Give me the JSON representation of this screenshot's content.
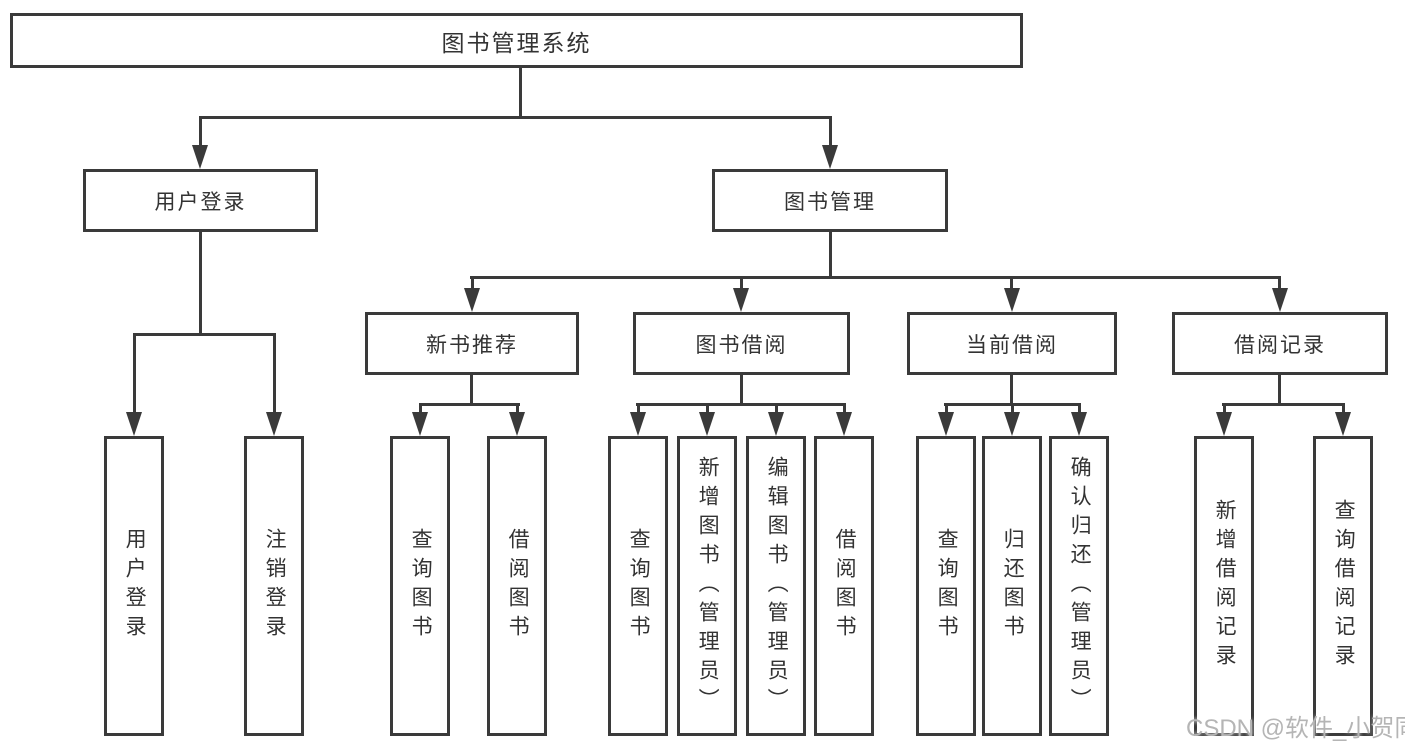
{
  "diagram": {
    "title": "图书管理系统",
    "level2": [
      {
        "label": "用户登录"
      },
      {
        "label": "图书管理"
      }
    ],
    "level3": [
      {
        "label": "新书推荐"
      },
      {
        "label": "图书借阅"
      },
      {
        "label": "当前借阅"
      },
      {
        "label": "借阅记录"
      }
    ],
    "leaves": [
      {
        "label": "用户登录"
      },
      {
        "label": "注销登录"
      },
      {
        "label": "查询图书"
      },
      {
        "label": "借阅图书"
      },
      {
        "label": "查询图书"
      },
      {
        "label": "新增图书（管理员）"
      },
      {
        "label": "编辑图书（管理员）"
      },
      {
        "label": "借阅图书"
      },
      {
        "label": "查询图书"
      },
      {
        "label": "归还图书"
      },
      {
        "label": "确认归还（管理员）"
      },
      {
        "label": "新增借阅记录"
      },
      {
        "label": "查询借阅记录"
      }
    ],
    "watermark": "CSDN @软件_小贺同学",
    "colors": {
      "line": "#3a3a3a",
      "text": "#333333",
      "watermark": "#b5b5b5",
      "background": "#ffffff"
    }
  }
}
